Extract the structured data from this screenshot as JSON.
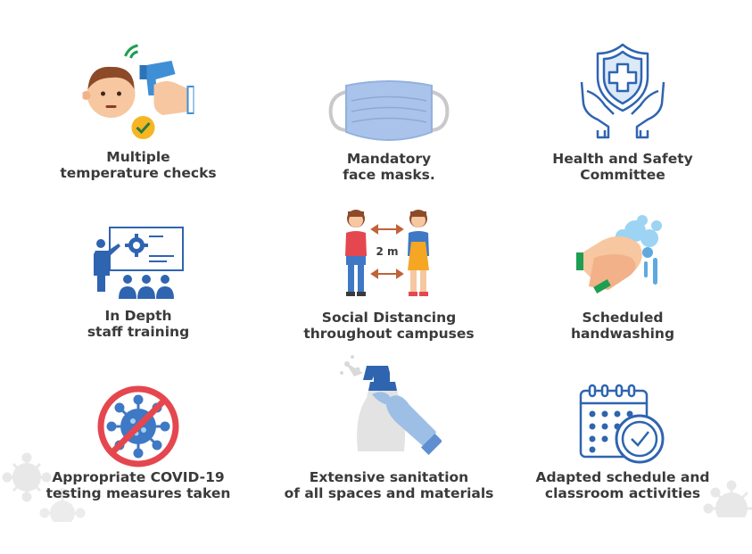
{
  "items": [
    {
      "line1": "Multiple",
      "line2": "temperature checks"
    },
    {
      "line1": "Mandatory",
      "line2": "face masks."
    },
    {
      "line1": "Health and Safety",
      "line2": "Committee"
    },
    {
      "line1": "In Depth",
      "line2": "staff training"
    },
    {
      "line1": "Social Distancing",
      "line2": "throughout campuses"
    },
    {
      "line1": "Scheduled",
      "line2": "handwashing"
    },
    {
      "line1": "Appropriate COVID-19",
      "line2": "testing measures taken"
    },
    {
      "line1": "Extensive sanitation",
      "line2": "of all spaces and materials"
    },
    {
      "line1": "Adapted schedule and",
      "line2": "classroom activities"
    }
  ],
  "icons": [
    "thermometer-gun-icon",
    "face-mask-icon",
    "shield-hands-icon",
    "training-icon",
    "social-distancing-icon",
    "handwashing-icon",
    "no-virus-icon",
    "spray-bottle-icon",
    "calendar-clock-icon"
  ],
  "distance_label": "2 m",
  "colors": {
    "text": "#3a3a3a",
    "blue": "#2f64b0",
    "red": "#e5474f",
    "mask": "#a9c3ea",
    "background_virus": "#e6e6e6"
  }
}
